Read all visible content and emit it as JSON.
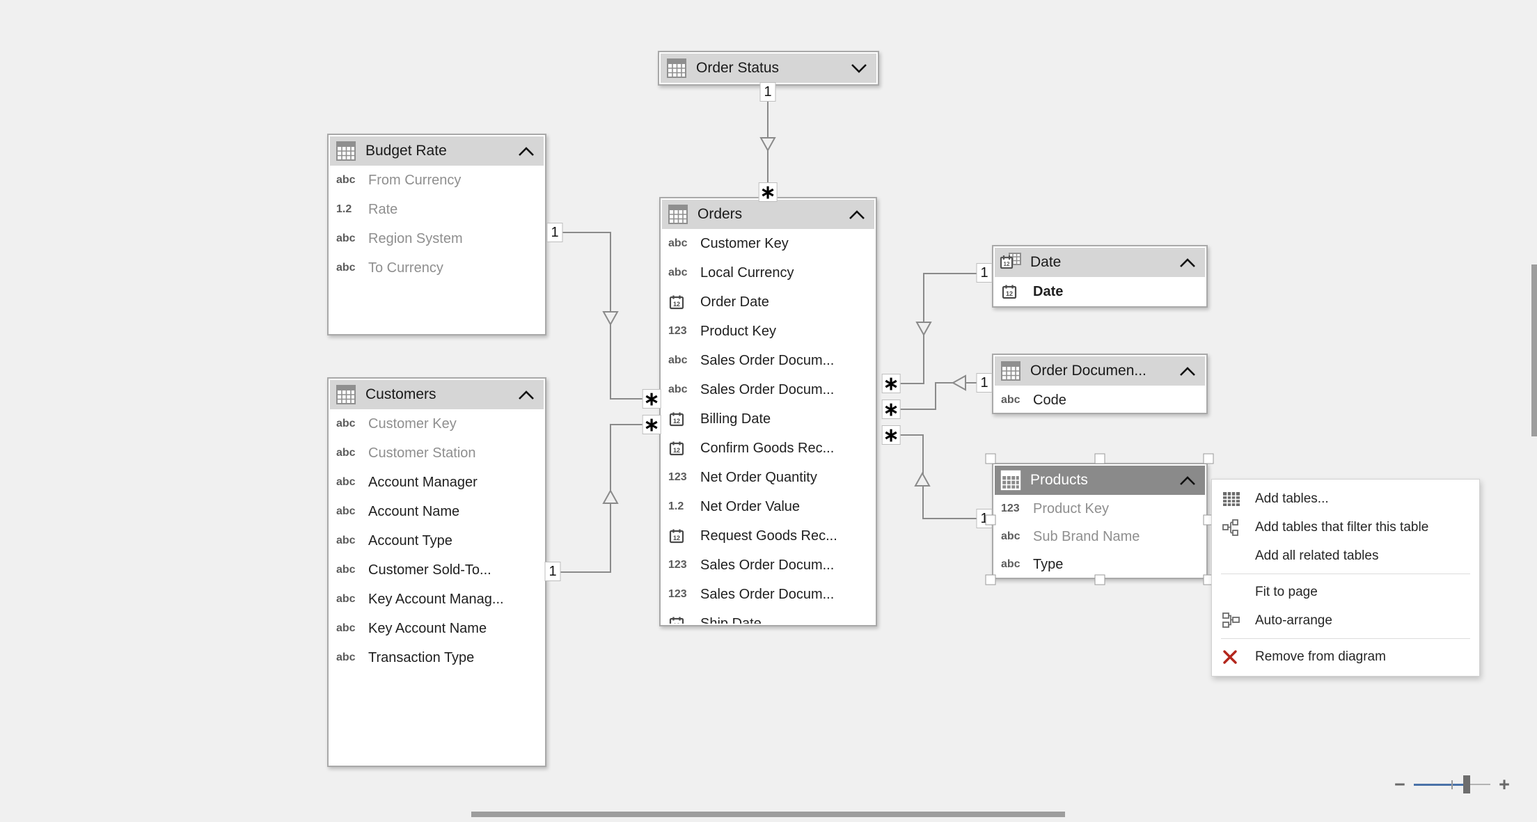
{
  "icon_glyphs": {
    "text": "abc",
    "number": "123",
    "decimal": "1.2"
  },
  "tables": [
    {
      "title": "Order Status",
      "collapsed": true,
      "selected": false,
      "fields": []
    },
    {
      "title": "Budget Rate",
      "collapsed": false,
      "selected": false,
      "fields": [
        {
          "type": "text",
          "label": "From Currency",
          "dim": true
        },
        {
          "type": "decimal",
          "label": "Rate",
          "dim": true
        },
        {
          "type": "text",
          "label": "Region System",
          "dim": true
        },
        {
          "type": "text",
          "label": "To Currency",
          "dim": true
        }
      ]
    },
    {
      "title": "Customers",
      "collapsed": false,
      "selected": false,
      "fields": [
        {
          "type": "text",
          "label": "Customer Key",
          "dim": true
        },
        {
          "type": "text",
          "label": "Customer Station",
          "dim": true
        },
        {
          "type": "text",
          "label": "Account Manager"
        },
        {
          "type": "text",
          "label": "Account Name"
        },
        {
          "type": "text",
          "label": "Account Type"
        },
        {
          "type": "text",
          "label": "Customer Sold-To..."
        },
        {
          "type": "text",
          "label": "Key Account Manag..."
        },
        {
          "type": "text",
          "label": "Key Account Name"
        },
        {
          "type": "text",
          "label": "Transaction Type"
        }
      ]
    },
    {
      "title": "Orders",
      "collapsed": false,
      "selected": false,
      "fields": [
        {
          "type": "text",
          "label": "Customer Key"
        },
        {
          "type": "text",
          "label": "Local Currency"
        },
        {
          "type": "date",
          "label": "Order Date"
        },
        {
          "type": "number",
          "label": "Product Key"
        },
        {
          "type": "text",
          "label": "Sales Order Docum..."
        },
        {
          "type": "text",
          "label": "Sales Order Docum..."
        },
        {
          "type": "date",
          "label": "Billing Date"
        },
        {
          "type": "date",
          "label": "Confirm Goods Rec..."
        },
        {
          "type": "number",
          "label": "Net Order Quantity"
        },
        {
          "type": "decimal",
          "label": "Net Order Value"
        },
        {
          "type": "date",
          "label": "Request Goods Rec..."
        },
        {
          "type": "number",
          "label": "Sales Order Docum..."
        },
        {
          "type": "number",
          "label": "Sales Order Docum..."
        },
        {
          "type": "date",
          "label": "Ship Date"
        }
      ]
    },
    {
      "title": "Date",
      "collapsed": false,
      "selected": false,
      "fields": [
        {
          "type": "date",
          "label": "Date",
          "bold": true
        }
      ]
    },
    {
      "title": "Order Documen...",
      "collapsed": false,
      "selected": false,
      "fields": [
        {
          "type": "text",
          "label": "Code"
        }
      ]
    },
    {
      "title": "Products",
      "collapsed": false,
      "selected": true,
      "fields": [
        {
          "type": "number",
          "label": "Product Key",
          "dim": true
        },
        {
          "type": "text",
          "label": "Sub Brand Name",
          "dim": true
        },
        {
          "type": "text",
          "label": "Type"
        }
      ]
    }
  ],
  "relationships": [
    {
      "from": "Order Status",
      "to": "Orders",
      "one_label": "1",
      "many_label": "∗"
    },
    {
      "from": "Budget Rate",
      "to": "Orders",
      "one_label": "1",
      "many_label": "∗"
    },
    {
      "from": "Customers",
      "to": "Orders",
      "one_label": "1",
      "many_label": "∗"
    },
    {
      "from": "Date",
      "to": "Orders",
      "one_label": "1",
      "many_label": "∗"
    },
    {
      "from": "Order Documen...",
      "to": "Orders",
      "one_label": "1",
      "many_label": "∗"
    },
    {
      "from": "Products",
      "to": "Orders",
      "one_label": "1",
      "many_label": "∗"
    }
  ],
  "context_menu": {
    "items": [
      {
        "label": "Add tables..."
      },
      {
        "label": "Add tables that filter this table"
      },
      {
        "label": "Add all related tables"
      },
      {
        "label": "Fit to page"
      },
      {
        "label": "Auto-arrange"
      },
      {
        "label": "Remove from diagram"
      }
    ]
  },
  "zoom_control": {
    "minus_label": "−",
    "plus_label": "+"
  },
  "colors": {
    "canvas": "#f0f0f0",
    "header": "#d6d6d6",
    "selected_header": "#8a8a8a",
    "line": "#8a8a8a",
    "slider_fill": "#4a72a8",
    "danger_red": "#b3261c"
  }
}
